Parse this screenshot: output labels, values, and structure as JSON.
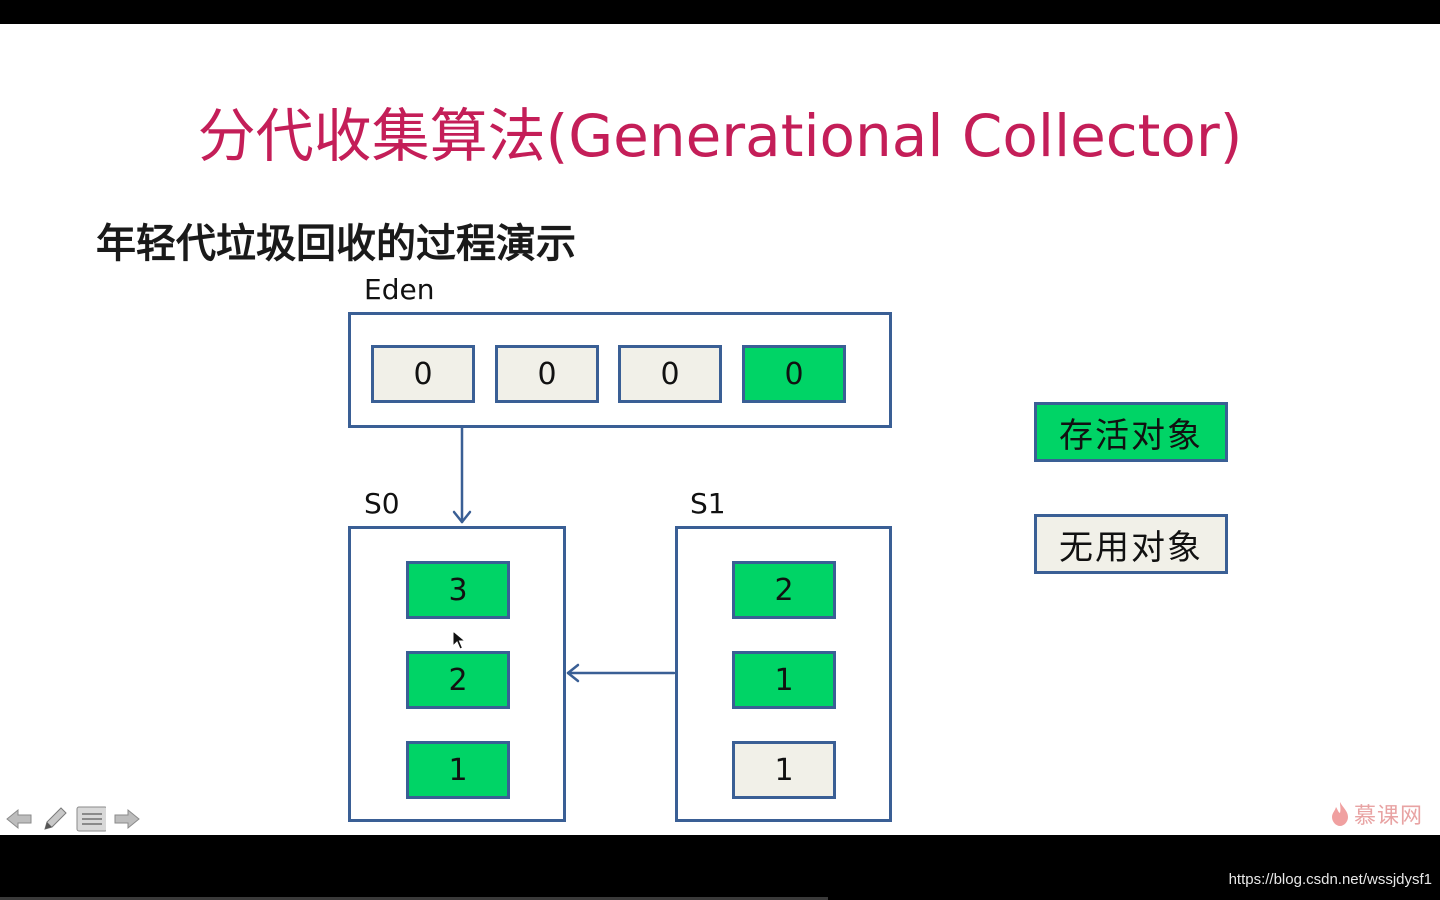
{
  "title": "分代收集算法(Generational Collector)",
  "subtitle": "年轻代垃圾回收的过程演示",
  "regions": {
    "eden": {
      "label": "Eden",
      "objects": [
        {
          "value": "0",
          "status": "dead"
        },
        {
          "value": "0",
          "status": "dead"
        },
        {
          "value": "0",
          "status": "dead"
        },
        {
          "value": "0",
          "status": "live"
        }
      ]
    },
    "s0": {
      "label": "S0",
      "objects": [
        {
          "value": "3",
          "status": "live"
        },
        {
          "value": "2",
          "status": "live"
        },
        {
          "value": "1",
          "status": "live"
        }
      ]
    },
    "s1": {
      "label": "S1",
      "objects": [
        {
          "value": "2",
          "status": "live"
        },
        {
          "value": "1",
          "status": "live"
        },
        {
          "value": "1",
          "status": "dead"
        }
      ]
    }
  },
  "legend": {
    "live": "存活对象",
    "dead": "无用对象"
  },
  "colors": {
    "title": "#c41e58",
    "live": "#00d466",
    "dead": "#f1f0e8",
    "border": "#3a5f95"
  },
  "toolbar_icons": [
    "arrow-left-icon",
    "pen-icon",
    "menu-icon",
    "arrow-right-icon"
  ],
  "brand": "慕课网",
  "watermark_url": "https://blog.csdn.net/wssjdysf1"
}
